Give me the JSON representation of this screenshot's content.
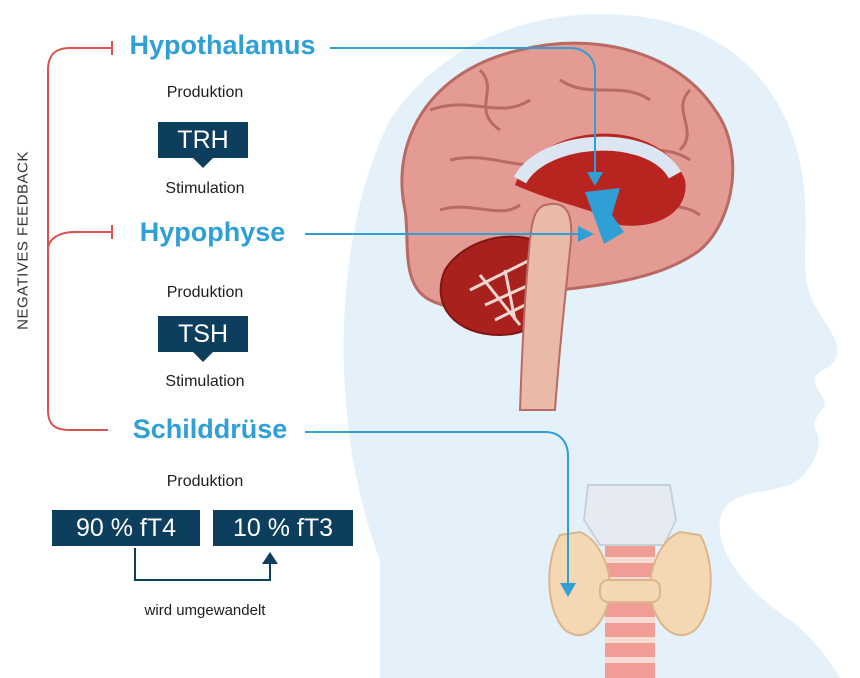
{
  "feedback_label": "NEGATIVES FEEDBACK",
  "hypothalamus": {
    "title": "Hypothalamus",
    "production": "Produktion",
    "hormone": "TRH",
    "stimulation": "Stimulation"
  },
  "hypophyse": {
    "title": "Hypophyse",
    "production": "Produktion",
    "hormone": "TSH",
    "stimulation": "Stimulation"
  },
  "schilddruese": {
    "title": "Schilddrüse",
    "production": "Produktion",
    "hormone_ft4": "90 % fT4",
    "hormone_ft3": "10 % fT3",
    "conversion": "wird umgewandelt"
  },
  "colors": {
    "accent_blue": "#2f9fd6",
    "dark_box": "#0d3e5e",
    "feedback_red": "#d9534f",
    "head_bg": "#e4f1fa"
  },
  "icons": [
    "brain-illustration",
    "head-silhouette",
    "thyroid-illustration"
  ]
}
